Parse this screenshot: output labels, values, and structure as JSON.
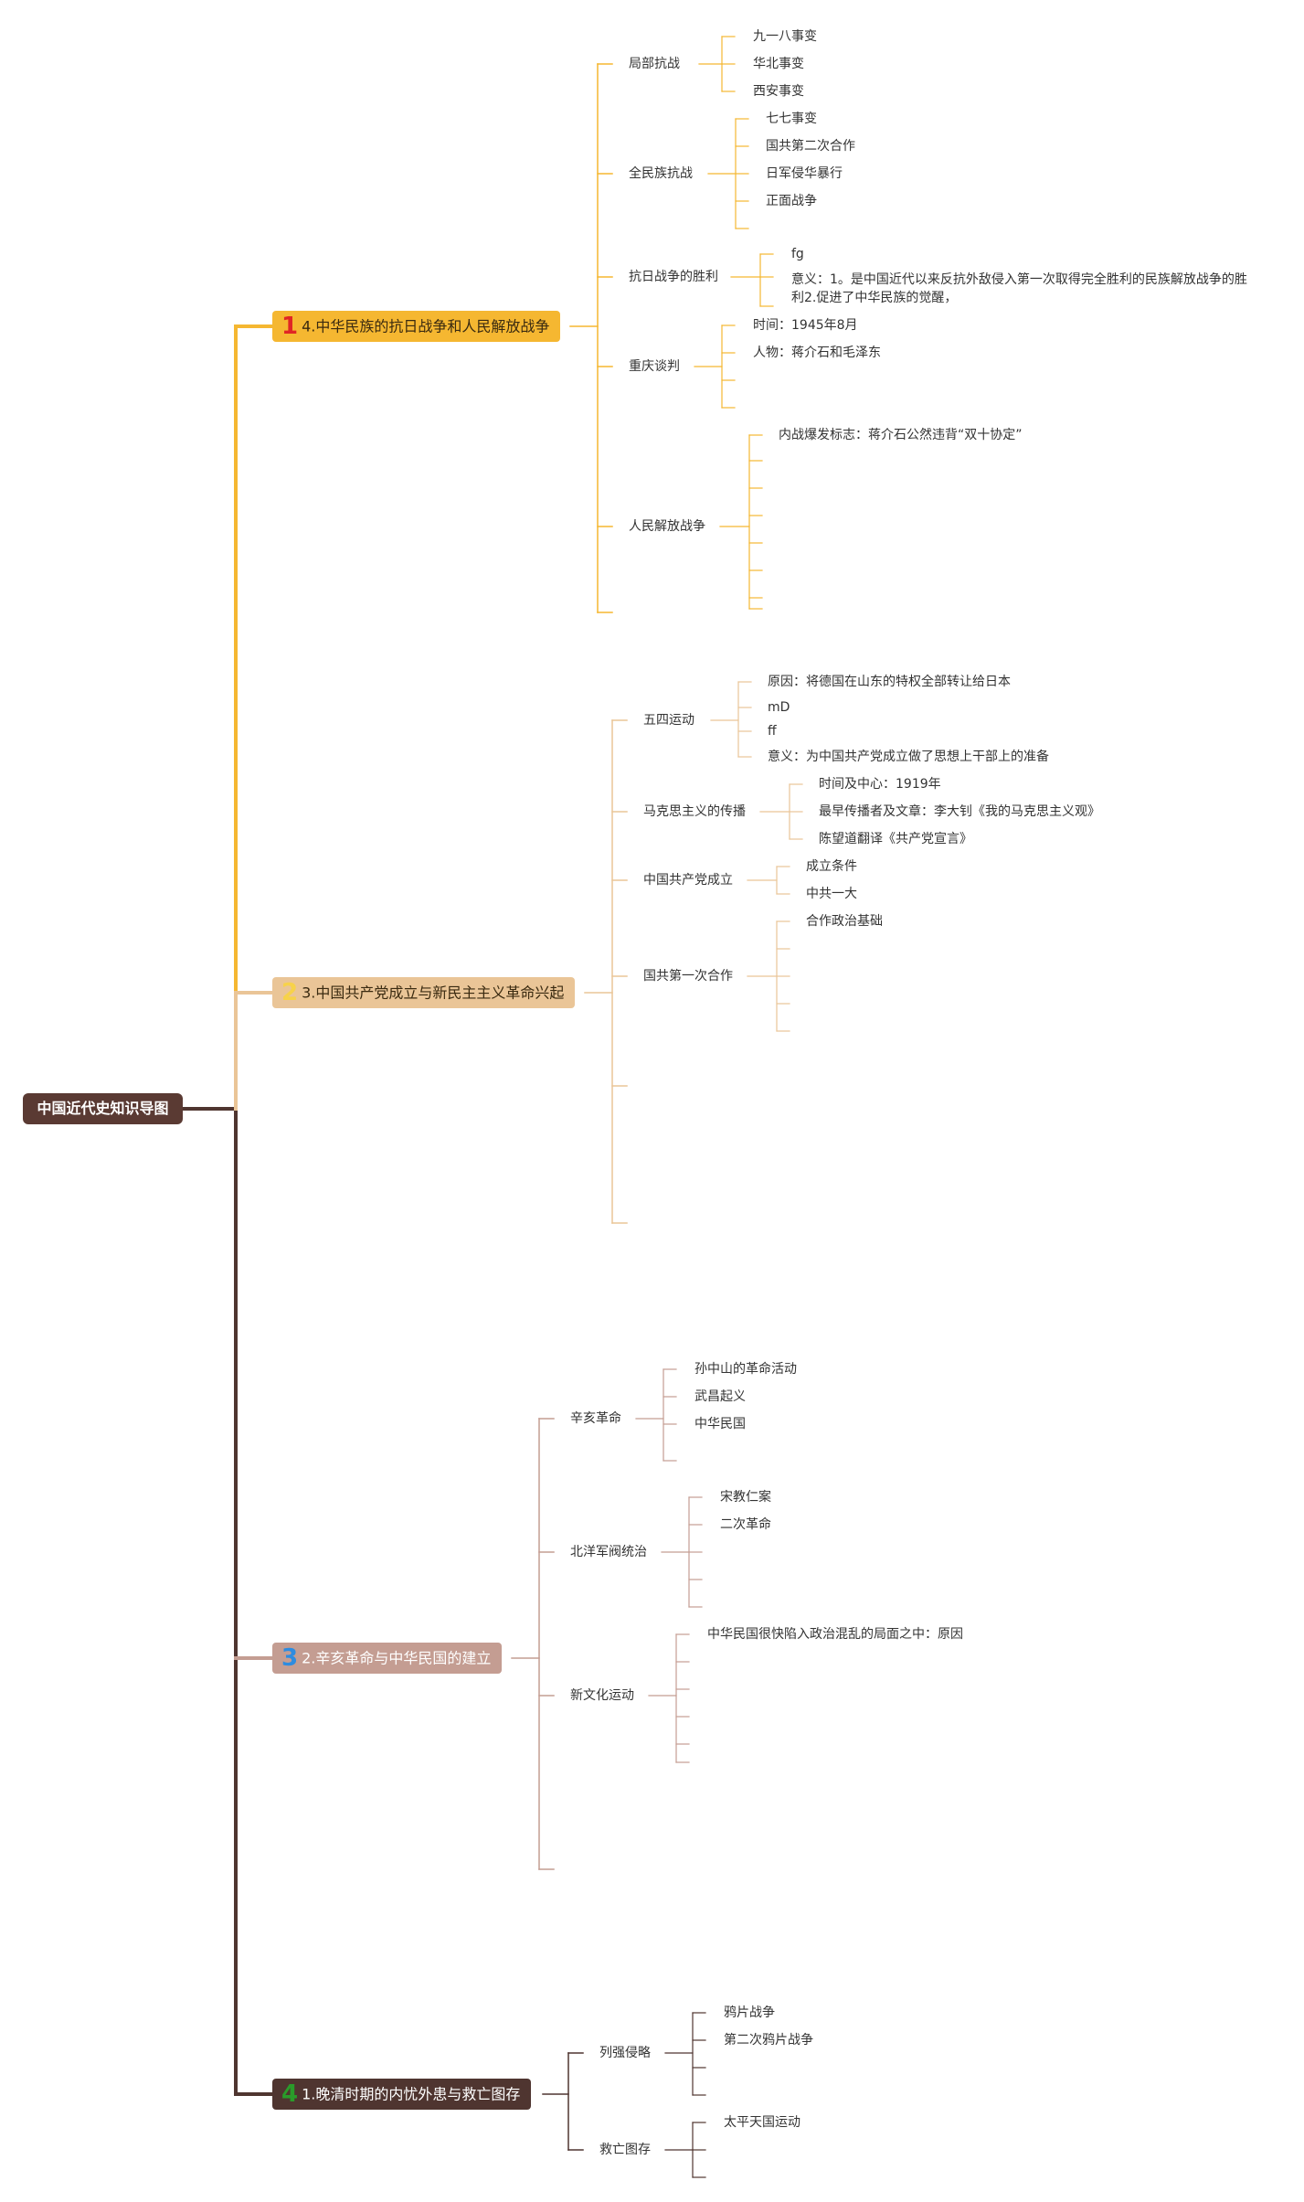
{
  "colors": {
    "b1": "#f5b731",
    "b2": "#eac597",
    "b3": "#c49d92",
    "b4": "#4f3530",
    "num1": "#e02525",
    "num2": "#f7d24a",
    "num3": "#2e8ce0",
    "num4": "#2a9b2a"
  },
  "root": {
    "label": "中国近代史知识导图"
  },
  "branches": [
    {
      "num": "1",
      "label": "4.中华民族的抗日战争和人民解放战争",
      "children": [
        {
          "label": "局部抗战",
          "children": [
            "九一八事变",
            "华北事变",
            "西安事变"
          ]
        },
        {
          "label": "全民族抗战",
          "children": [
            "七七事变",
            "国共第二次合作",
            "日军侵华暴行",
            "正面战争"
          ]
        },
        {
          "label": "抗日战争的胜利",
          "children": [
            "fg",
            "意义：1。是中国近代以来反抗外敌侵入第一次取得完全胜利的民族解放战争的胜",
            "利2.促进了中华民族的觉醒，"
          ]
        },
        {
          "label": "重庆谈判",
          "children": [
            "时间：1945年8月",
            "人物：蒋介石和毛泽东"
          ]
        },
        {
          "label": "人民解放战争",
          "children": [
            "内战爆发标志：蒋介石公然违背“双十协定”"
          ]
        }
      ]
    },
    {
      "num": "2",
      "label": "3.中国共产党成立与新民主主义革命兴起",
      "children": [
        {
          "label": "五四运动",
          "children": [
            "原因：将德国在山东的特权全部转让给日本",
            "mD",
            "ff",
            "意义：为中国共产党成立做了思想上干部上的准备"
          ]
        },
        {
          "label": "马克思主义的传播",
          "children": [
            "时间及中心：1919年",
            "最早传播者及文章：李大钊《我的马克思主义观》",
            "陈望道翻译《共产党宣言》"
          ]
        },
        {
          "label": "中国共产党成立",
          "children": [
            "成立条件",
            "中共一大"
          ]
        },
        {
          "label": "国共第一次合作",
          "children": [
            "合作政治基础"
          ]
        }
      ]
    },
    {
      "num": "3",
      "label": "2.辛亥革命与中华民国的建立",
      "children": [
        {
          "label": "辛亥革命",
          "children": [
            "孙中山的革命活动",
            "武昌起义",
            "中华民国"
          ]
        },
        {
          "label": "北洋军阀统治",
          "children": [
            "宋教仁案",
            "二次革命"
          ]
        },
        {
          "label": "新文化运动",
          "children": [
            "中华民国很快陷入政治混乱的局面之中：原因"
          ]
        }
      ]
    },
    {
      "num": "4",
      "label": "1.晚清时期的内忧外患与救亡图存",
      "children": [
        {
          "label": "列强侵略",
          "children": [
            "鸦片战争",
            "第二次鸦片战争"
          ]
        },
        {
          "label": "救亡图存",
          "children": [
            "太平天国运动"
          ]
        }
      ]
    }
  ]
}
